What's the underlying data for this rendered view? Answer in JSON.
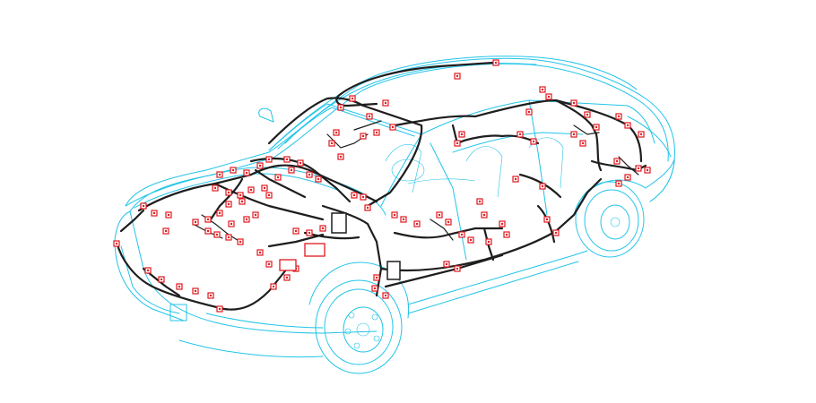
{
  "diagram": {
    "type": "vehicle-wiring-harness-layout",
    "colors": {
      "body_outline": "#22c4e8",
      "harness": "#1e1e1e",
      "connector": "#e0181e",
      "background": "#ffffff"
    },
    "icons": [
      "car-body-outline",
      "wiring-harness",
      "connector-marker"
    ]
  }
}
